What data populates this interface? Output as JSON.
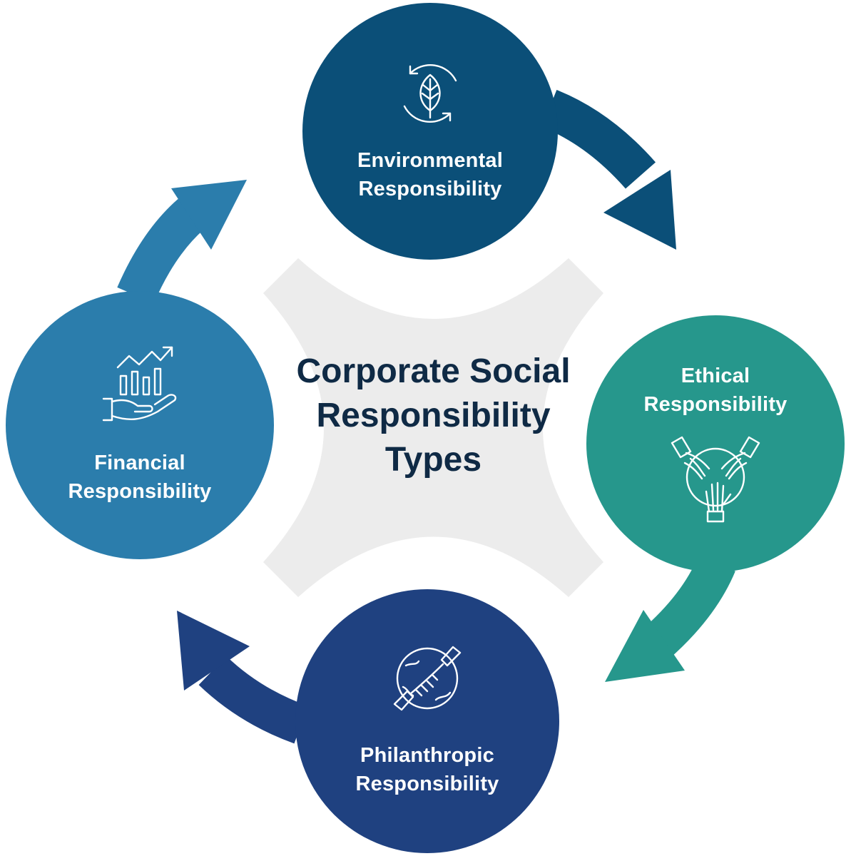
{
  "title": {
    "line1": "Corporate Social",
    "line2": "Responsibility",
    "line3": "Types"
  },
  "nodes": {
    "environmental": {
      "line1": "Environmental",
      "line2": "Responsibility",
      "icon": "leaf-recycle-icon",
      "color": "#0b4f78"
    },
    "ethical": {
      "line1": "Ethical",
      "line2": "Responsibility",
      "icon": "joined-hands-icon",
      "color": "#26978c"
    },
    "philanthropic": {
      "line1": "Philanthropic",
      "line2": "Responsibility",
      "icon": "globe-handshake-icon",
      "color": "#1f4180"
    },
    "financial": {
      "line1": "Financial",
      "line2": "Responsibility",
      "icon": "growth-chart-hand-icon",
      "color": "#2b7dac"
    }
  },
  "colors": {
    "center_shape": "#ececec",
    "title_text": "#0f2a45"
  }
}
